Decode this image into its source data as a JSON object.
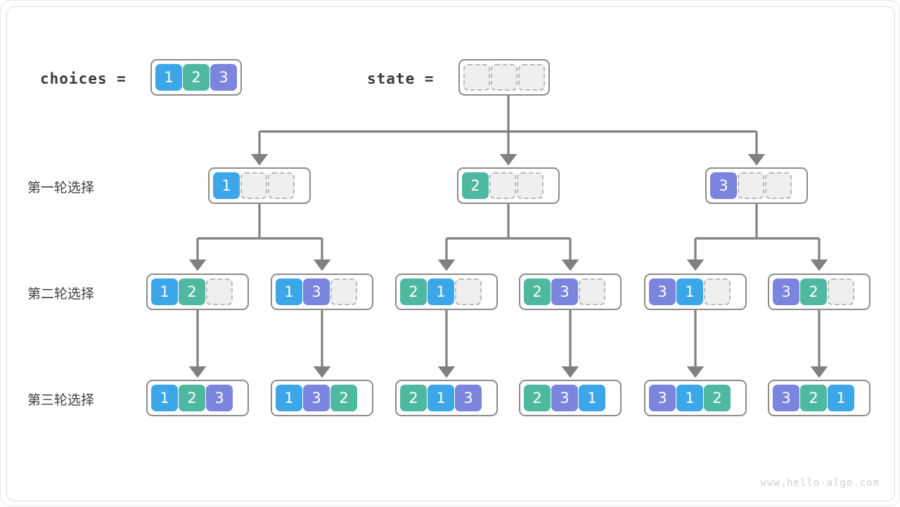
{
  "figure": {
    "watermark": "www.hello-algo.com",
    "colors": {
      "value_1": "#3BA7E8",
      "value_2": "#4FB8A0",
      "value_3": "#7B85DE",
      "empty_cell": "#efefef",
      "box_border": "#8c8c8c",
      "arrow": "#808080",
      "text": "#3f3f3f"
    }
  },
  "header": {
    "choices_label": "choices =",
    "choices_values": [
      "1",
      "2",
      "3"
    ],
    "state_label": "state =",
    "state_values": [
      "",
      "",
      ""
    ]
  },
  "rows": [
    {
      "label": "第一轮选择",
      "nodes": [
        {
          "values": [
            "1",
            "",
            ""
          ]
        },
        {
          "values": [
            "2",
            "",
            ""
          ]
        },
        {
          "values": [
            "3",
            "",
            ""
          ]
        }
      ]
    },
    {
      "label": "第二轮选择",
      "nodes": [
        {
          "values": [
            "1",
            "2",
            ""
          ]
        },
        {
          "values": [
            "1",
            "3",
            ""
          ]
        },
        {
          "values": [
            "2",
            "1",
            ""
          ]
        },
        {
          "values": [
            "2",
            "3",
            ""
          ]
        },
        {
          "values": [
            "3",
            "1",
            ""
          ]
        },
        {
          "values": [
            "3",
            "2",
            ""
          ]
        }
      ]
    },
    {
      "label": "第三轮选择",
      "nodes": [
        {
          "values": [
            "1",
            "2",
            "3"
          ]
        },
        {
          "values": [
            "1",
            "3",
            "2"
          ]
        },
        {
          "values": [
            "2",
            "1",
            "3"
          ]
        },
        {
          "values": [
            "2",
            "3",
            "1"
          ]
        },
        {
          "values": [
            "3",
            "1",
            "2"
          ]
        },
        {
          "values": [
            "3",
            "2",
            "1"
          ]
        }
      ]
    }
  ]
}
